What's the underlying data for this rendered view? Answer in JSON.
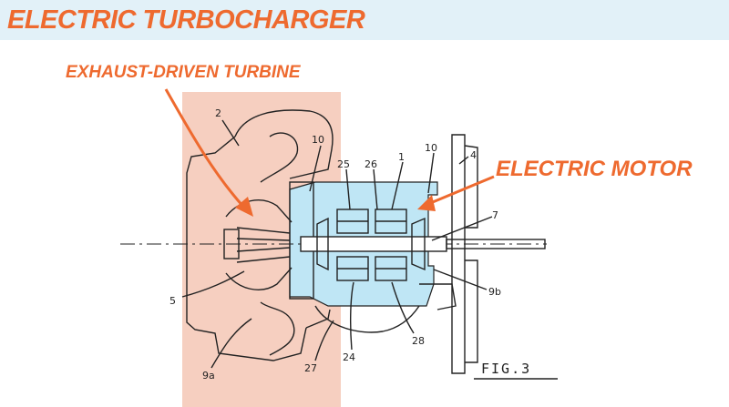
{
  "title": "ELECTRIC TURBOCHARGER",
  "callouts": {
    "turbine": "EXHAUST-DRIVEN TURBINE",
    "motor": "ELECTRIC MOTOR"
  },
  "part_labels": {
    "p1": "1",
    "p2": "2",
    "p4": "4",
    "p5": "5",
    "p7": "7",
    "p9a": "9a",
    "p9b": "9b",
    "p10a": "10",
    "p10b": "10",
    "p24": "24",
    "p25": "25",
    "p26": "26",
    "p27": "27",
    "p28": "28"
  },
  "figure_label": "FIG.3",
  "colors": {
    "accent": "#ee6a2f",
    "turbine_highlight": "#f6cfc0",
    "motor_highlight": "#bfe6f5",
    "banner": "#e2f1f8",
    "ink": "#222222"
  }
}
